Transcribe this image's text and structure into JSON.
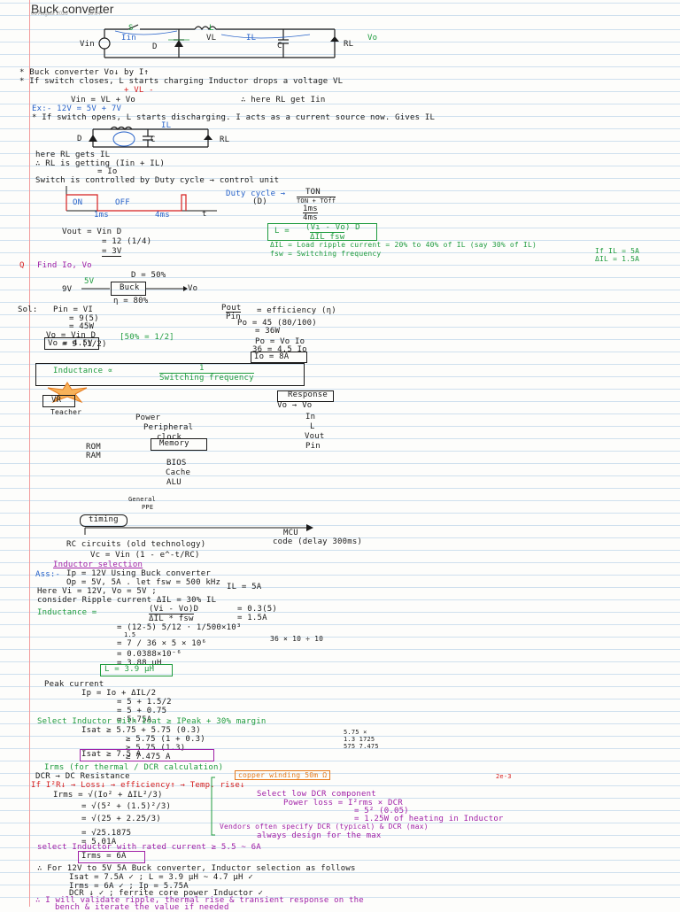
{
  "header": {
    "title": "Buck converter",
    "date": "06 August 2025",
    "time": "10:04"
  },
  "circuit1": {
    "s": "S",
    "l": "L",
    "iin": "Iin",
    "vin": "Vin",
    "d": "D",
    "vl": "VL",
    "il": "IL",
    "c": "C",
    "rl": "RL",
    "vo": "Vo"
  },
  "notes": {
    "n1": "* Buck converter  Vo↓ by I↑",
    "n2": "* If switch closes, L starts charging Inductor drops a voltage VL",
    "n2b": "+ VL -",
    "n3": "Vin = VL + Vo",
    "n3b": "∴ here RL get Iin",
    "n4": "Ex:- 12V = 5V + 7V",
    "n5": "* If switch opens, L starts discharging. I acts as a current source now. Gives IL",
    "n6": "here RL gets IL",
    "n7": "∴ RL is getting (Iin + IL)",
    "n7b": "= Io",
    "n8": "Switch is controlled by Duty cycle → control unit"
  },
  "circuit2": {
    "d": "D",
    "il": "IL",
    "c": "C",
    "rl": "RL"
  },
  "duty": {
    "on": "ON",
    "off": "OFF",
    "t1": "1ms",
    "t2": "4ms",
    "t": "t",
    "label": "Duty cycle →",
    "d": "(D)",
    "num": "TON",
    "den": "TON + TOff",
    "eq2num": "1ms",
    "eq2den": "4ms",
    "vout1": "Vout = Vin D",
    "vout2": "= 12 (1/4)",
    "vout3": "= 3V"
  },
  "lformula": {
    "lhs": "L =",
    "num": "(Vi - Vo) D",
    "den": "ΔIL fsw"
  },
  "ripple": {
    "r1": "ΔIL = Load ripple current = 20% to 40% of IL (say 30% of IL)",
    "r2": "fsw = Switching frequency",
    "r3": "If IL = 5A",
    "r4": "ΔIL = 1.5A"
  },
  "q": {
    "label": "Q",
    "find": "Find Io, Vo",
    "d50": "D = 50%",
    "v5": "5V",
    "v9": "9V",
    "buck": "Buck",
    "vo": "Vo",
    "eta": "η = 80%",
    "sol": "Sol:",
    "p1": "Pin = VI",
    "p2": "= 9(5)",
    "p3": "= 45W",
    "p4": "Vo = Vin D",
    "p5": "= 9 (1/2)",
    "p6": "[50% = 1/2]",
    "p7": "Vo = 4.5V",
    "e1": "Pout",
    "e1b": "Pin",
    "e2": "= efficiency (η)",
    "e3": "Po = 45 (80/100)",
    "e4": "= 36W",
    "e5": "Po = Vo Io",
    "e6": "36 = 4.5 Io",
    "e7": "Io = 8A"
  },
  "inductance1": {
    "lhs": "Inductance ∝",
    "num": "1",
    "den": "Switching frequency"
  },
  "vr": {
    "label": "VR",
    "teacher": "Teacher",
    "response": "Response"
  },
  "mcu": {
    "power": "Power",
    "peripheral": "Peripheral",
    "clock": "clock",
    "memory": "Memory",
    "rom": "ROM",
    "ram": "RAM",
    "bios": "BIOS",
    "cache": "Cache",
    "alu": "ALU",
    "general": "General",
    "ppe": "PPE",
    "timing": "timing",
    "mcu": "MCU",
    "code": "code (delay 300ms)",
    "rc": "RC circuits (old technology)",
    "vc": "Vc = Vin (1 - e^-t/RC)"
  },
  "resp": {
    "vo": "Vo → Vo",
    "in": "In",
    "l": "L",
    "vout": "Vout",
    "pin": "Pin"
  },
  "selection": {
    "title": "Inductor selection",
    "ass": "Ass:-",
    "s1": "Ip = 12V  Using Buck converter",
    "s2": "Op = 5V, 5A . let fsw = 500 kHz",
    "s3": "Here Vi = 12V, Vo = 5V ;",
    "s3b": "IL = 5A",
    "s4": "consider Ripple current ΔIL = 30% IL",
    "s5": "= 0.3(5)",
    "s6": "= 1.5A"
  },
  "ind2": {
    "l1": "Inductance =",
    "l1n": "(Vi - Vo)D",
    "l1d": "ΔIL * fsw",
    "l2": "= (12-5)  5/12  ·  1/500×10³",
    "l2b": "1.5",
    "l3": "= 7 / 36 × 5 × 10⁶",
    "l3b": "36 × 10 ÷ 10",
    "l4": "= 0.0388×10⁻⁶",
    "l5": "= 3.88 µH",
    "l6": "L = 3.9 µH"
  },
  "peak": {
    "t": "Peak current",
    "p1": "Ip = Io + ΔIL/2",
    "p2": "= 5 + 1.5/2",
    "p3": "= 5 + 0.75",
    "p4": "= 5.75A"
  },
  "sel2": {
    "t": "Select Inductor with Isat ≥ IPeak + 30% margin",
    "a1": "Isat ≥ 5.75 + 5.75 (0.3)",
    "a2": "≥ 5.75 (1 + 0.3)",
    "a3": "≥ 5.75 (1.3)",
    "a4": "≥ 7.475 A",
    "a5": "Isat ≥ 7.5 A",
    "side": "5.75 × 1.3  1725  575  7.475"
  },
  "rms": {
    "t": "Irms (for thermal / DCR calculation)",
    "dcr": "DCR → DC Resistance",
    "copper": "copper winding  50m Ω",
    "seven": "2e-3",
    "if": "If  I²R↓ → Loss↓ → efficiency↑ → Temp. rise↓",
    "sel": "Select low DCR component",
    "r1": "Irms = √(Io² + ΔIL²/3)",
    "r2": "= √(5² + (1.5)²/3)",
    "r3": "= √(25 + 2.25/3)",
    "r4": "= √25.1875",
    "r5": "= 5.01A",
    "ploss": "Power loss = I²rms × DCR",
    "ploss2": "= 5² (0.05)",
    "ploss3": "= 1.25W of heating in Inductor",
    "vend": "Vendors often specify DCR (typical) & DCR (max)",
    "always": "always design for the max"
  },
  "final": {
    "t": "select Inductor with rated current ≥ 5.5 ~ 6A",
    "box": "Irms = 6A",
    "c1": "∴ For 12V to 5V 5A Buck converter, Inductor selection as follows",
    "c2": "Isat = 7.5A ✓ ; L = 3.9 µH ~ 4.7 µH ✓",
    "c3": "Irms = 6A ✓ ; Ip = 5.75A",
    "c4": "DCR ↓ ✓ ; ferrite core power Inductor ✓",
    "c5": "∴ I will validate ripple, thermal rise & transient response on the",
    "c6": "bench & iterate the value if needed"
  }
}
